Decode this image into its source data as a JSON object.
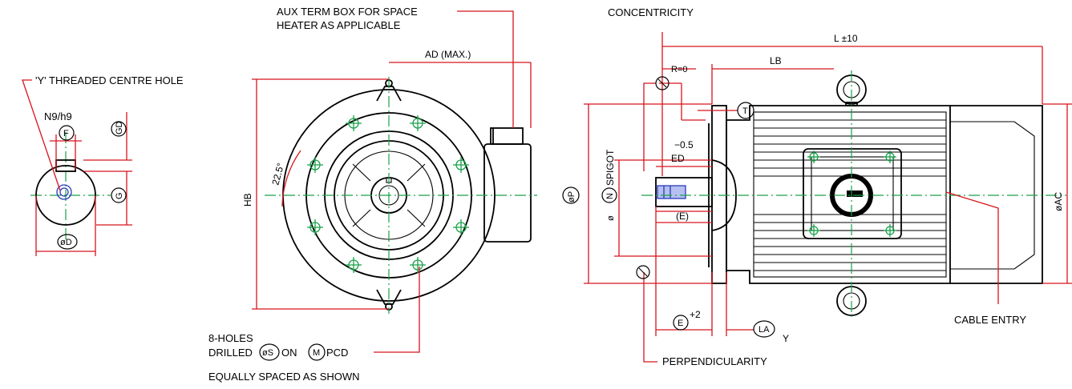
{
  "labels": {
    "threaded_hole": "'Y' THREADED CENTRE HOLE",
    "key_fit": "N9/h9",
    "f": "F",
    "gd": "GD",
    "g": "G",
    "od": "øD",
    "aux_line1": "AUX TERM BOX FOR SPACE",
    "aux_line2": "HEATER AS APPLICABLE",
    "ad": "AD (MAX.)",
    "hb": "HB",
    "angle": "22.5°",
    "holes_line1": "8-HOLES",
    "holes_drilled": "DRILLED",
    "holes_os": "øS",
    "holes_on": "ON",
    "holes_m": "M",
    "holes_pcd": "PCD",
    "holes_line3": "EQUALLY SPACED AS SHOWN",
    "concentricity": "CONCENTRICITY",
    "l": "L ±10",
    "lb": "LB",
    "r0": "R=0",
    "t": "T",
    "tol": "−0.5",
    "ed": "ED",
    "op": "øP",
    "spigot_phi": "ø",
    "spigot_n": "N",
    "spigot_word": "SPIGOT",
    "e_paren": "(E)",
    "e": "E",
    "plus2": "+2",
    "la": "LA",
    "y": "Y",
    "perpendicularity": "PERPENDICULARITY",
    "cable_entry": "CABLE ENTRY",
    "oac": "øAC"
  },
  "colors": {
    "centerline": "#1aa14a",
    "dimension": "#d8141c",
    "outline": "#000000",
    "key": "#2a3bb8"
  }
}
